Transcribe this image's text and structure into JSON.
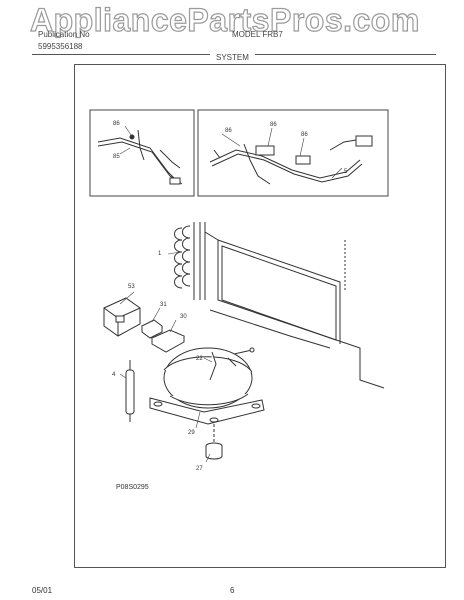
{
  "header": {
    "watermark": "AppliancePartsPros.com",
    "publication_label": "Publication No",
    "publication_number": "5995356188",
    "model_label": "MODEL FRB7",
    "section_title": "SYSTEM"
  },
  "diagram": {
    "callouts": [
      "86",
      "85",
      "86",
      "86",
      "86",
      "5",
      "1",
      "53",
      "31",
      "30",
      "22",
      "4",
      "29",
      "27"
    ],
    "figure_code": "P08S0295"
  },
  "footer": {
    "date": "05/01",
    "page_number": "6"
  }
}
